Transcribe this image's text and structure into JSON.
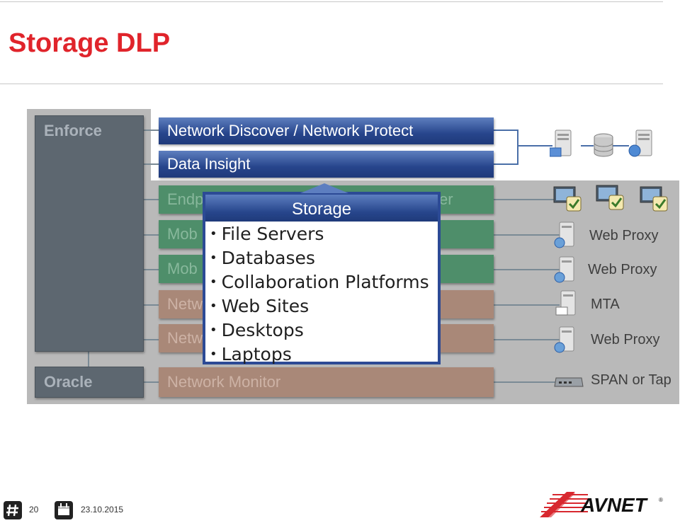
{
  "slide": {
    "title": "Storage DLP"
  },
  "diagram": {
    "enforce_label": "Enforce",
    "oracle_label": "Oracle",
    "bars": [
      {
        "label": "Network Discover / Network Protect",
        "color": "blue"
      },
      {
        "label": "Data Insight",
        "color": "blue"
      },
      {
        "label": "Endp",
        "suffix": "er",
        "color": "green"
      },
      {
        "label": "Mob",
        "color": "green"
      },
      {
        "label": "Mob",
        "color": "green"
      },
      {
        "label": "Netw",
        "color": "salmon"
      },
      {
        "label": "Netw",
        "color": "salmon"
      },
      {
        "label": "Network Monitor",
        "color": "salmon"
      }
    ],
    "popup": {
      "title": "Storage",
      "items": [
        "File Servers",
        "Databases",
        "Collaboration Platforms",
        "Web Sites",
        "Desktops",
        "Laptops"
      ]
    },
    "right_labels": [
      "Web Proxy",
      "Web Proxy",
      "MTA",
      "Web Proxy",
      "SPAN or Tap"
    ],
    "colors": {
      "blue": "#27458c",
      "green": "#4e8e6a",
      "salmon": "#a98878",
      "dark": "#5d6770",
      "title": "#e0242b"
    }
  },
  "footer": {
    "slide_number": "20",
    "date": "23.10.2015",
    "logo_text": "AVNET"
  }
}
